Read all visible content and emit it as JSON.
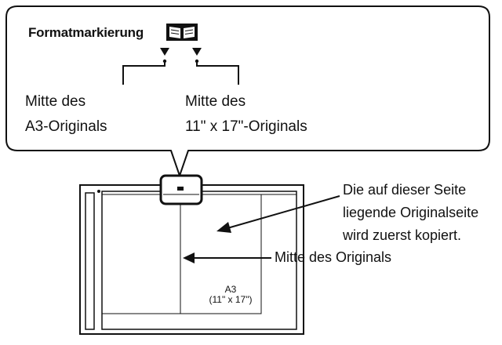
{
  "callout": {
    "title": "Formatmarkierung",
    "book_icon": "open-book-icon",
    "left_label_line1": "Mitte des",
    "left_label_line2": "A3-Originals",
    "right_label_line1": "Mitte des",
    "right_label_line2": "11\" x 17\"-Originals"
  },
  "annotations": {
    "first_page_line1": "Die auf dieser Seite",
    "first_page_line2": "liegende Originalseite",
    "first_page_line3": "wird zuerst kopiert.",
    "original_center": "Mitte des Originals"
  },
  "glass": {
    "size_line1": "A3",
    "size_line2": "(11\" x 17\")"
  },
  "colors": {
    "line": "#111111",
    "background": "#ffffff"
  }
}
